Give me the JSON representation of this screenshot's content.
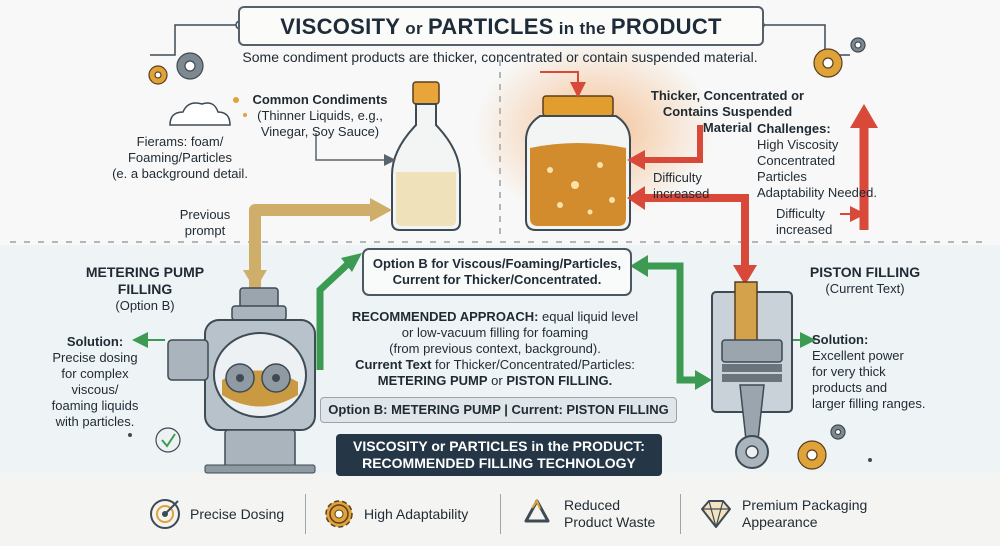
{
  "title": {
    "part1": "VISCOSITY",
    "part2": " or ",
    "part3": "PARTICLES",
    "part4": " in the ",
    "part5": "PRODUCT"
  },
  "subtitle": "Some condiment products are thicker, concentrated or contain suspended material.",
  "left_top": {
    "condiments_heading": "Common Condiments",
    "condiments_line1": "(Thinner Liquids, e.g.,",
    "condiments_line2": "Vinegar, Soy Sauce)",
    "foam_line1": "Fierams: foam/",
    "foam_line2": "Foaming/Particles",
    "foam_line3": "(e. a background detail.",
    "prev_line1": "Previous",
    "prev_line2": "prompt"
  },
  "right_top": {
    "heading_line1": "Thicker, Concentrated or",
    "heading_line2": "Contains Suspended Material",
    "challenges_heading": "Challenges:",
    "challenges_line1": "High Viscosity",
    "challenges_line2": "Concentrated",
    "challenges_line3": "Particles",
    "challenges_line4": "Adaptability Needed.",
    "difficulty1_line1": "Difficulty",
    "difficulty1_line2": "increased",
    "difficulty2_line1": "Difficulty",
    "difficulty2_line2": "increased"
  },
  "metering": {
    "title_line1": "METERING PUMP",
    "title_line2": "FILLING",
    "option": "(Option B)",
    "solution_heading": "Solution:",
    "solution_line1": "Precise dosing",
    "solution_line2": "for complex",
    "solution_line3": "viscous/",
    "solution_line4": "foaming liquids",
    "solution_line5": "with particles."
  },
  "piston": {
    "title": "PISTON FILLING",
    "current": "(Current Text)",
    "solution_heading": "Solution:",
    "solution_line1": "Excellent power",
    "solution_line2": "for very thick",
    "solution_line3": "products and",
    "solution_line4": "larger filling ranges."
  },
  "center": {
    "option_box_line1": "Option B for Viscous/Foaming/Particles,",
    "option_box_line2": "Current for Thicker/Concentrated.",
    "rec_label": "RECOMMENDED APPROACH:",
    "rec_line1_rest": " equal liquid level",
    "rec_line2": "or low-vacuum filling for foaming",
    "rec_line3": "(from previous context, background).",
    "cur_label": "Current Text",
    "cur_line1_rest": " for Thicker/Concentrated/Particles:",
    "cur_line2_a": "METERING PUMP",
    "cur_line2_b": " or ",
    "cur_line2_c": "PISTON FILLING.",
    "strip": "Option B: METERING PUMP | Current: PISTON FILLING",
    "banner_line1": "VISCOSITY or PARTICLES in the PRODUCT:",
    "banner_line2": "RECOMMENDED FILLING TECHNOLOGY"
  },
  "benefits": [
    {
      "icon": "target-icon",
      "label_line1": "Precise Dosing",
      "label_line2": ""
    },
    {
      "icon": "gear-icon",
      "label_line1": "High Adaptability",
      "label_line2": ""
    },
    {
      "icon": "recycle-icon",
      "label_line1": "Reduced",
      "label_line2": "Product Waste"
    },
    {
      "icon": "diamond-icon",
      "label_line1": "Premium Packaging",
      "label_line2": "Appearance"
    }
  ],
  "colors": {
    "red": "#d9493a",
    "green": "#3c9a52",
    "gold": "#e9b54e",
    "navy": "#253747",
    "steel": "#8f9aa3"
  }
}
